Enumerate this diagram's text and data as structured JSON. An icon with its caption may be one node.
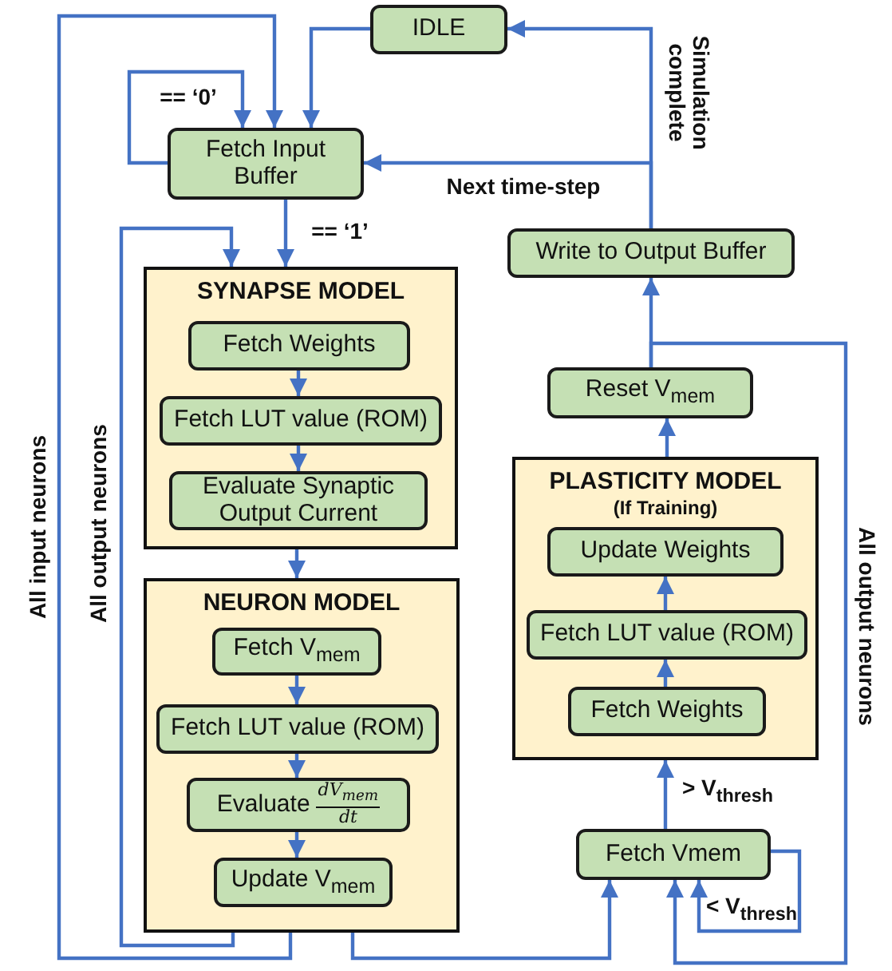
{
  "diagram": {
    "nodes": [
      {
        "text": [
          "IDLE"
        ]
      },
      {
        "text": [
          "Fetch Input Buffer"
        ]
      },
      {
        "text": [
          "SYNAPSE MODEL"
        ]
      },
      {
        "text": [
          "Fetch Weights"
        ],
        "in": 2
      },
      {
        "text": [
          "Fetch LUT value (ROM)"
        ],
        "in": 2
      },
      {
        "text": [
          "Evaluate Synaptic Output Current"
        ],
        "in": 2
      },
      {
        "text": [
          "NEURON MODEL"
        ]
      },
      {
        "text": [
          "Fetch V$_{mem}$"
        ],
        "in": 6
      },
      {
        "text": [
          "Fetch LUT value (ROM)"
        ],
        "in": 6
      },
      {
        "text": [
          "Evaluate",
          "dV$_{mem}$",
          "dt"
        ],
        "in": 6
      },
      {
        "text": [
          "Update V$_{mem}$"
        ],
        "in": 6
      },
      {
        "text": [
          "Write to Output Buffer"
        ]
      },
      {
        "text": [
          "Reset V$_{mem}$"
        ]
      },
      {
        "text": [
          "PLASTICITY MODEL",
          "(If Training)"
        ]
      },
      {
        "text": [
          "Update Weights"
        ],
        "in": 13
      },
      {
        "text": [
          "Fetch LUT value (ROM)"
        ],
        "in": 13
      },
      {
        "text": [
          "Fetch Weights"
        ],
        "in": 13
      },
      {
        "text": [
          "Fetch Vmem"
        ]
      }
    ],
    "edges": [
      {
        "from": 0,
        "to": 1,
        "arrow": "to"
      },
      {
        "from": 1,
        "to": 1,
        "arrow": "to",
        "label": "== ‘0’"
      },
      {
        "from": 1,
        "to": 2,
        "arrow": "to",
        "label": "== ‘1’"
      },
      {
        "from": 3,
        "to": 4,
        "arrow": "to"
      },
      {
        "from": 4,
        "to": 5,
        "arrow": "to"
      },
      {
        "from": 2,
        "to": 6,
        "arrow": "to"
      },
      {
        "from": 7,
        "to": 8,
        "arrow": "to"
      },
      {
        "from": 8,
        "to": 9,
        "arrow": "to"
      },
      {
        "from": 9,
        "to": 10,
        "arrow": "to"
      },
      {
        "from": 6,
        "to": 1,
        "arrow": "to",
        "label": "All input neurons"
      },
      {
        "from": 6,
        "to": 2,
        "arrow": "to",
        "label": "All output neurons"
      },
      {
        "from": 6,
        "to": 17,
        "arrow": "to"
      },
      {
        "from": 17,
        "to": 17,
        "arrow": "to",
        "label": "< V$_{thresh}$"
      },
      {
        "from": 17,
        "to": 13,
        "arrow": "to",
        "label": "> V$_{thresh}$"
      },
      {
        "from": 16,
        "to": 15,
        "arrow": "to"
      },
      {
        "from": 15,
        "to": 14,
        "arrow": "to"
      },
      {
        "from": 13,
        "to": 12,
        "arrow": "to"
      },
      {
        "from": 12,
        "to": 11,
        "arrow": "to"
      },
      {
        "from": 11,
        "to": 0,
        "arrow": "to",
        "label": "Simulation complete"
      },
      {
        "from": 11,
        "to": 1,
        "arrow": "to",
        "label": "Next time-step"
      },
      {
        "from": 12,
        "to": 17,
        "arrow": "to",
        "label": "All output neurons"
      }
    ]
  }
}
